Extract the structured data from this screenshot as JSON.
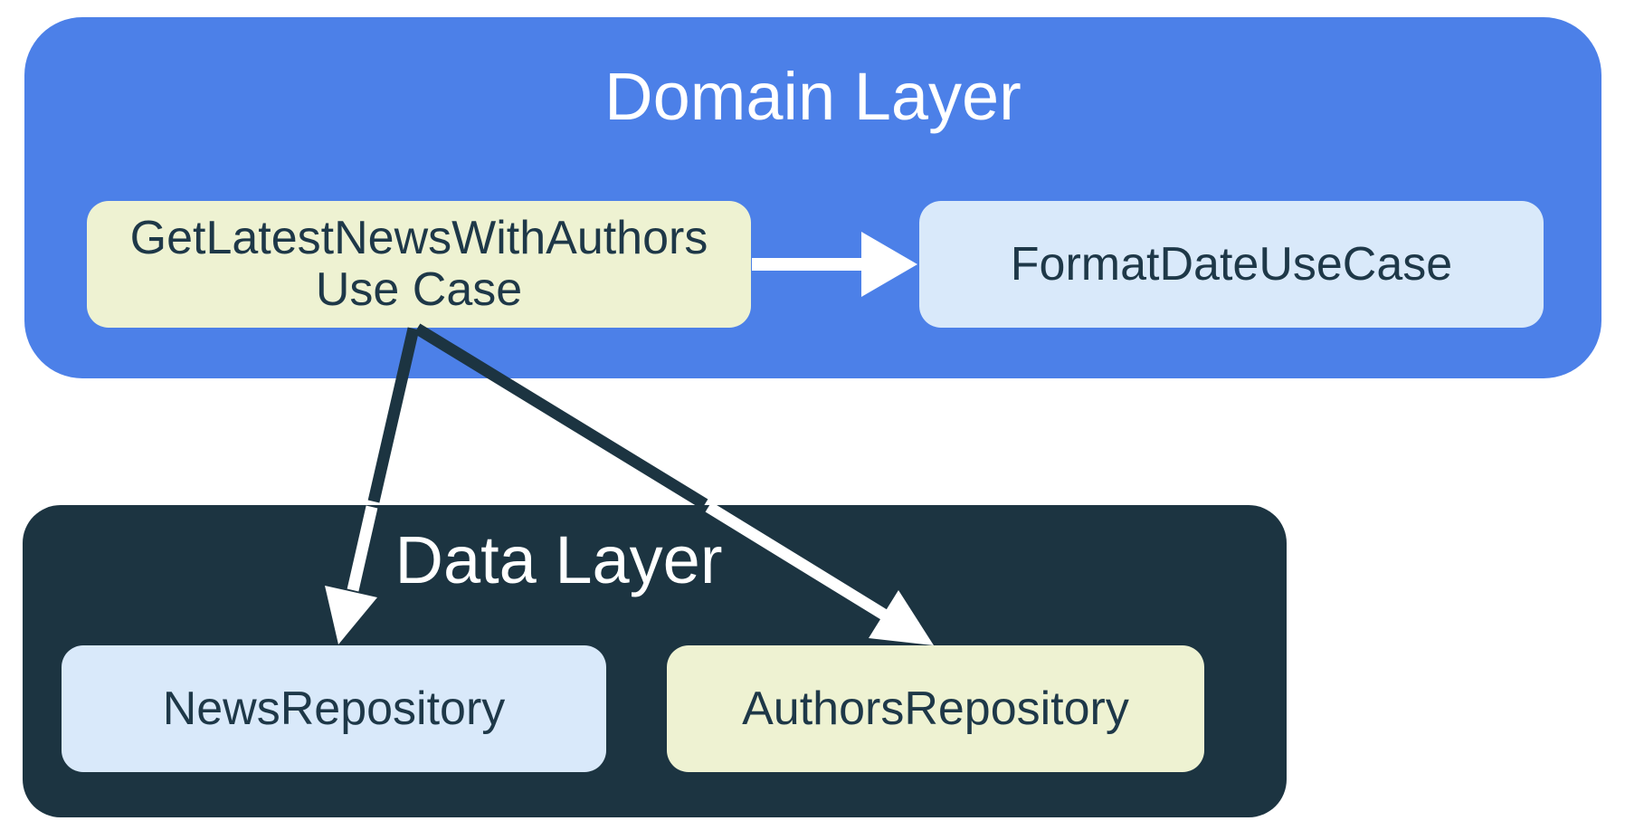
{
  "diagram": {
    "domain_layer": {
      "title": "Domain Layer",
      "nodes": {
        "get_latest_news_with_authors_use_case": {
          "line1": "GetLatestNewsWithAuthors",
          "line2": "Use Case"
        },
        "format_date_use_case": {
          "label": "FormatDateUseCase"
        }
      }
    },
    "data_layer": {
      "title": "Data Layer",
      "nodes": {
        "news_repository": {
          "label": "NewsRepository"
        },
        "authors_repository": {
          "label": "AuthorsRepository"
        }
      }
    },
    "edges": [
      {
        "from": "GetLatestNewsWithAuthors Use Case",
        "to": "FormatDateUseCase"
      },
      {
        "from": "GetLatestNewsWithAuthors Use Case",
        "to": "NewsRepository"
      },
      {
        "from": "GetLatestNewsWithAuthors Use Case",
        "to": "AuthorsRepository"
      }
    ]
  },
  "colors": {
    "background": "#ffffff",
    "domain_layer_fill": "#4C80E8",
    "data_layer_fill": "#1C3441",
    "use_case_fill": "#EEF2D2",
    "light_blue_fill": "#D9E9FA",
    "title_text": "#ffffff",
    "node_text": "#1E3848",
    "arrow_white": "#ffffff",
    "arrow_dark": "#1C3441"
  }
}
